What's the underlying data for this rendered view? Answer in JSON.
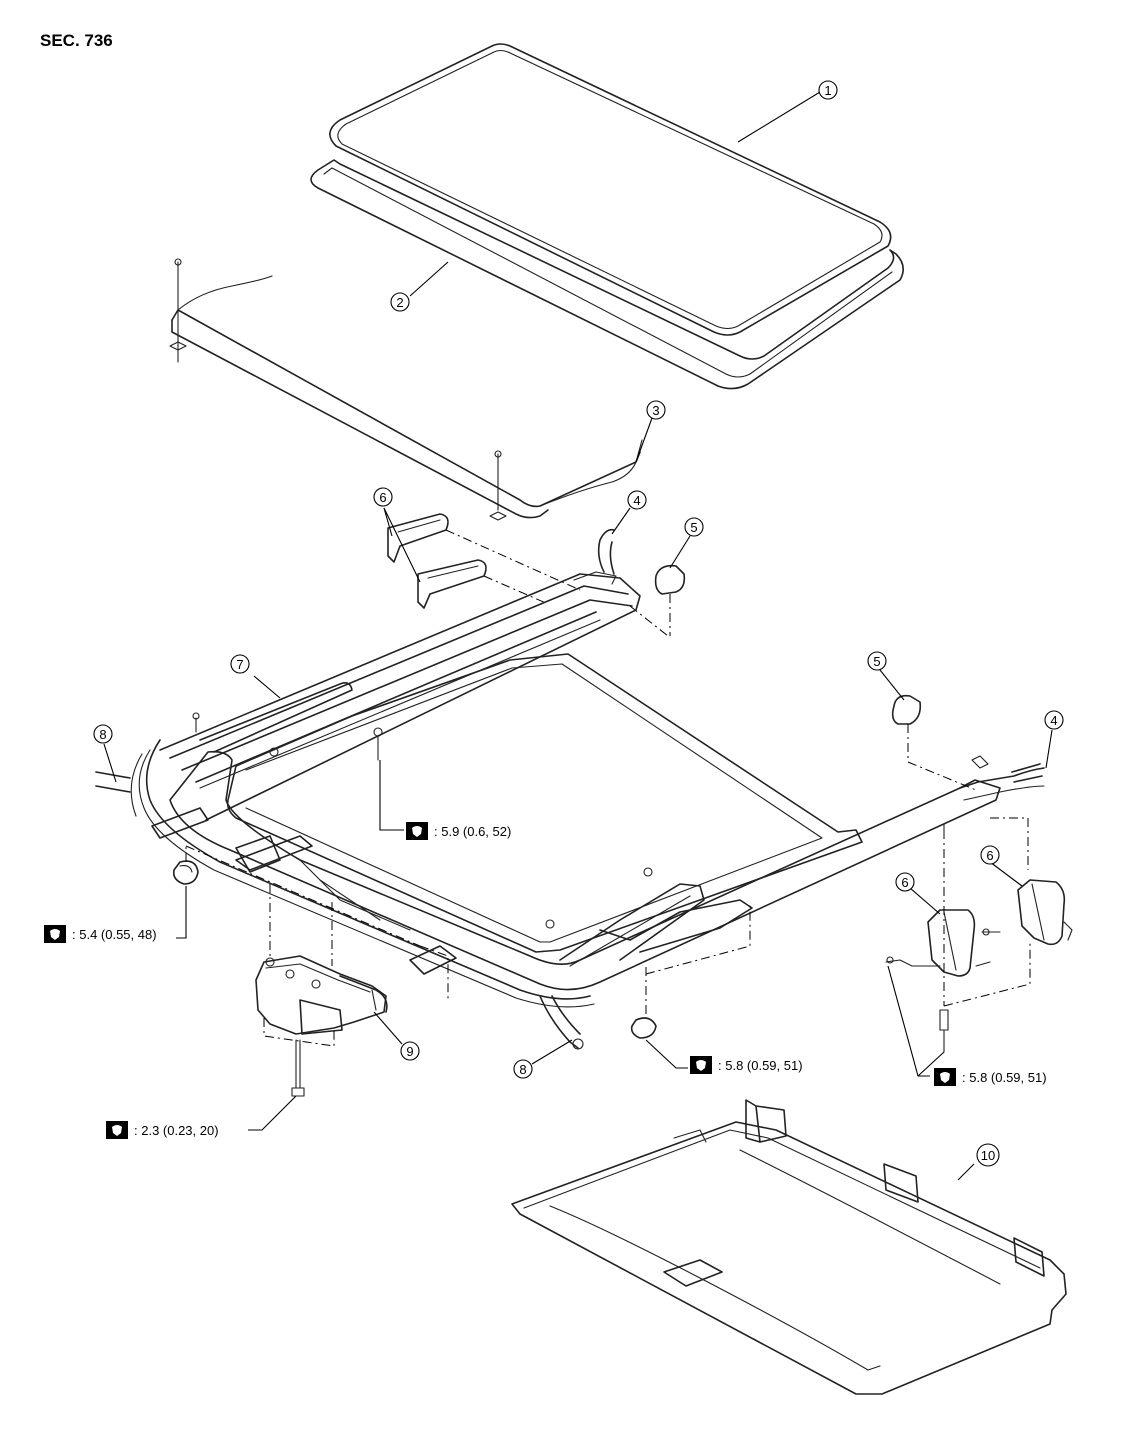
{
  "section_label": "SEC. 736",
  "callouts": [
    {
      "id": "c1",
      "number": "1"
    },
    {
      "id": "c2",
      "number": "2"
    },
    {
      "id": "c3",
      "number": "3"
    },
    {
      "id": "c4a",
      "number": "4"
    },
    {
      "id": "c4b",
      "number": "4"
    },
    {
      "id": "c5a",
      "number": "5"
    },
    {
      "id": "c5b",
      "number": "5"
    },
    {
      "id": "c6a",
      "number": "6"
    },
    {
      "id": "c6b",
      "number": "6"
    },
    {
      "id": "c6c",
      "number": "6"
    },
    {
      "id": "c7",
      "number": "7"
    },
    {
      "id": "c8a",
      "number": "8"
    },
    {
      "id": "c8b",
      "number": "8"
    },
    {
      "id": "c9",
      "number": "9"
    },
    {
      "id": "c10",
      "number": "10"
    }
  ],
  "torque_specs": [
    {
      "id": "t1",
      "text": ": 5.9 (0.6, 52)"
    },
    {
      "id": "t2",
      "text": ": 5.4 (0.55, 48)"
    },
    {
      "id": "t3",
      "text": ": 5.8 (0.59, 51)"
    },
    {
      "id": "t4",
      "text": ": 5.8 (0.59, 51)"
    },
    {
      "id": "t5",
      "text": ": 2.3 (0.23, 20)"
    }
  ],
  "torque_icon": "torque-wrench-icon"
}
